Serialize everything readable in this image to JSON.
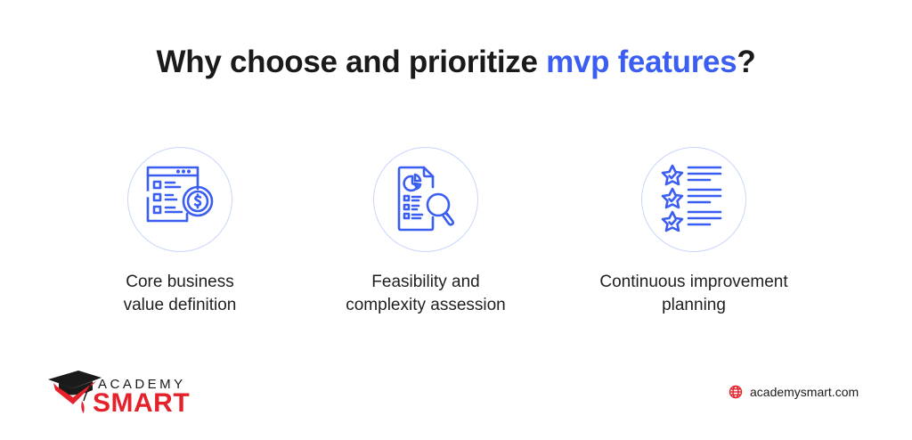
{
  "title": {
    "prefix": "Why choose and prioritize ",
    "accent": "mvp features",
    "suffix": "?"
  },
  "features": [
    {
      "icon": "checklist-dollar-icon",
      "label_line1": "Core business",
      "label_line2": "value definition"
    },
    {
      "icon": "document-magnifier-icon",
      "label_line1": "Feasibility and",
      "label_line2": "complexity assession"
    },
    {
      "icon": "star-list-icon",
      "label_line1": "Continuous improvement",
      "label_line2": "planning"
    }
  ],
  "logo": {
    "top": "ACADEMY",
    "bottom": "SMART"
  },
  "website": {
    "icon": "globe-icon",
    "text": "academysmart.com"
  },
  "colors": {
    "accent": "#3b5ef2",
    "brand_red": "#e3222b",
    "circle_border": "#c9d6fb",
    "text": "#1a1a1a"
  }
}
